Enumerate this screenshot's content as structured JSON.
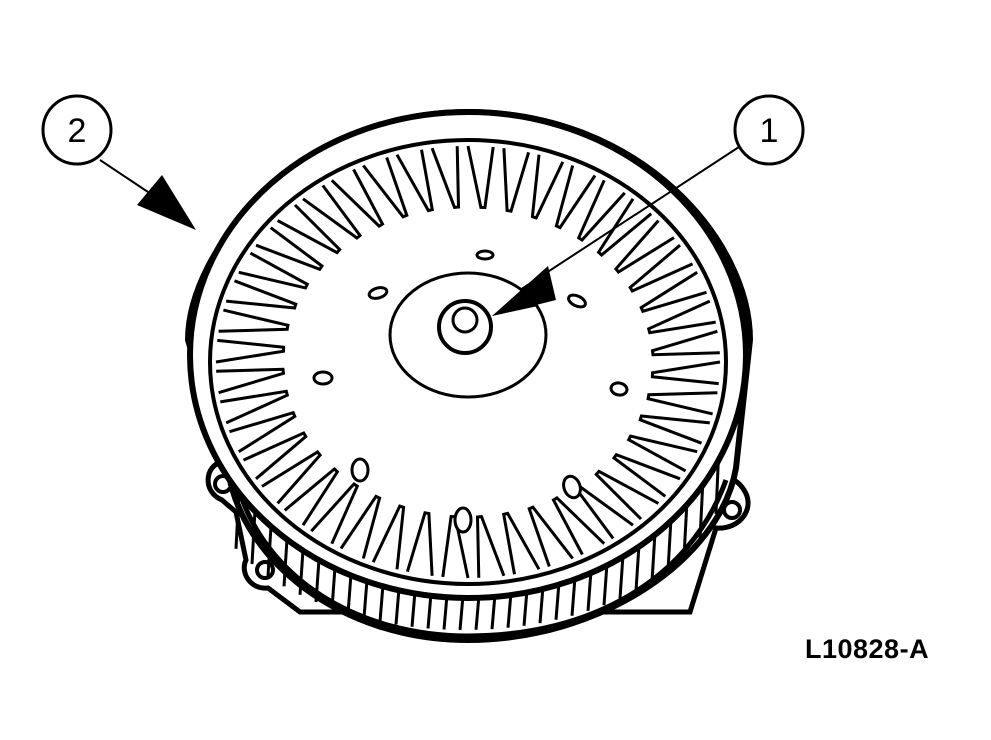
{
  "callouts": [
    {
      "number": "1"
    },
    {
      "number": "2"
    }
  ],
  "figure_id": "L10828-A",
  "colors": {
    "ink": "#000000",
    "paper": "#ffffff"
  }
}
